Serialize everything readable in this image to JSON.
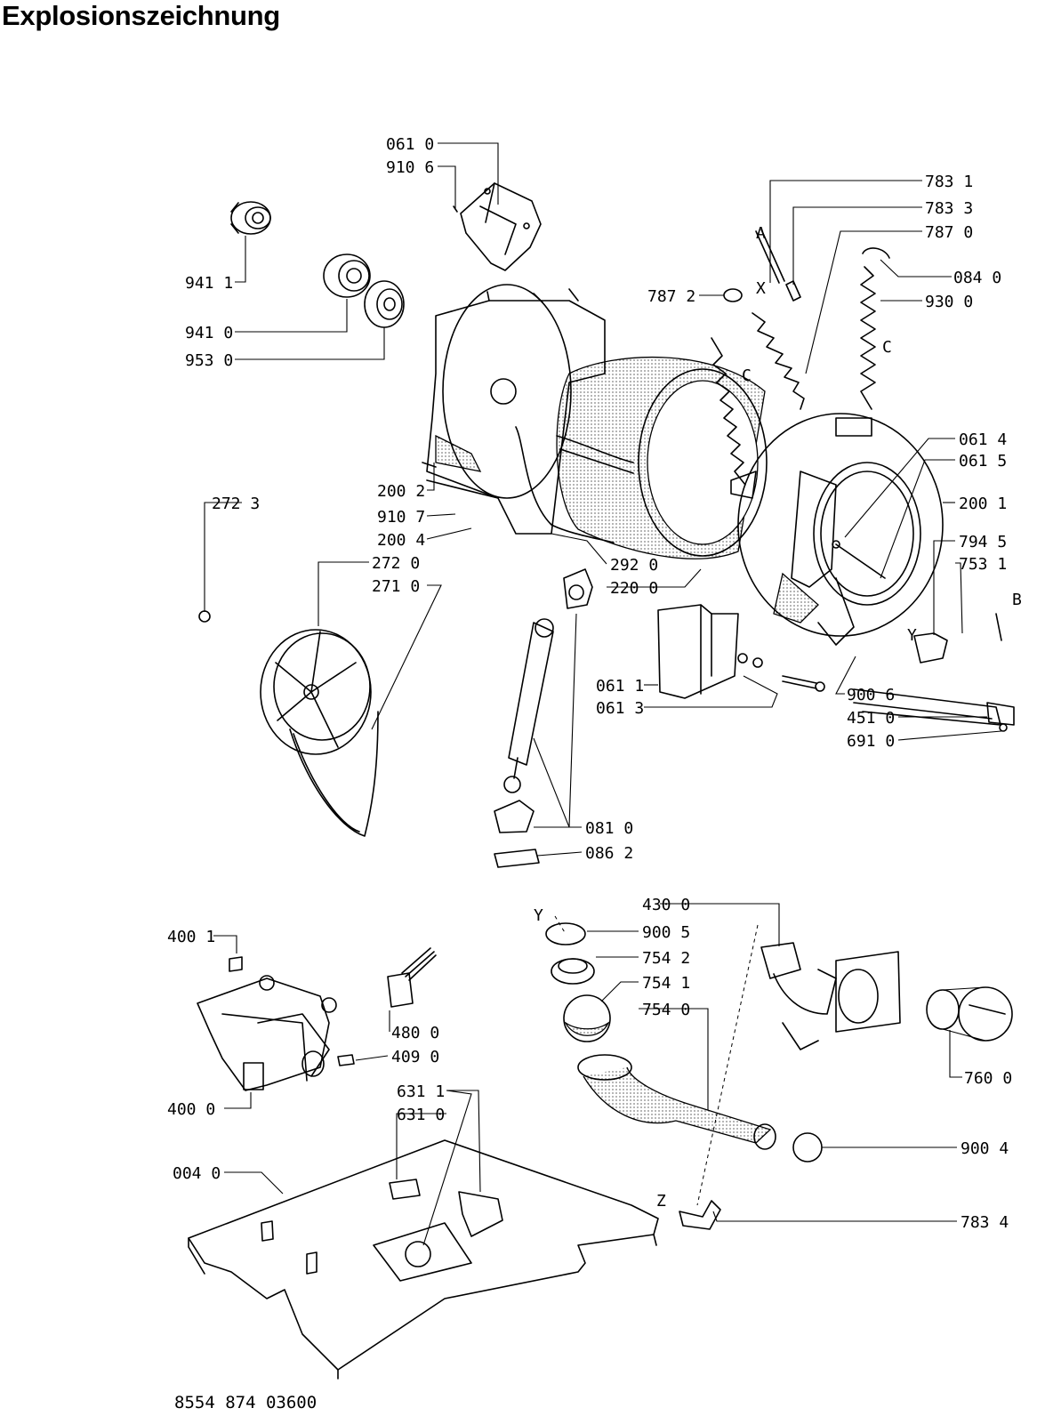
{
  "title": "Explosionszeichnung",
  "document_number": "8554 874 03600",
  "part_labels": {
    "p0610a": "061 0",
    "p9106": "910 6",
    "p9411": "941 1",
    "p9410": "941 0",
    "p9530": "953 0",
    "p7831": "783 1",
    "p7833": "783 3",
    "p7870": "787 0",
    "p0840": "084 0",
    "p9300": "930 0",
    "p7872": "787 2",
    "p0614": "061 4",
    "p0615": "061 5",
    "p2001": "200 1",
    "p7945": "794 5",
    "p7531": "753 1",
    "p2002": "200 2",
    "p9107": "910 7",
    "p2004": "200 4",
    "p2723": "272 3",
    "p2720": "272 0",
    "p2710": "271 0",
    "p2920": "292 0",
    "p2200": "220 0",
    "p0611": "061 1",
    "p0613": "061 3",
    "p9006": "900 6",
    "p4510": "451 0",
    "p6910": "691 0",
    "p0810": "081 0",
    "p0862": "086 2",
    "p4300": "430 0",
    "p9005": "900 5",
    "p7542": "754 2",
    "p7541": "754 1",
    "p7540": "754 0",
    "p4001": "400 1",
    "p4800": "480 0",
    "p4090": "409 0",
    "p4000": "400 0",
    "p6311": "631 1",
    "p6310": "631 0",
    "p0040": "004 0",
    "p7600": "760 0",
    "p9004": "900 4",
    "p7834": "783 4"
  },
  "reference_letters": {
    "a": "A",
    "x": "X",
    "c1": "C",
    "c2": "C",
    "b": "B",
    "y1": "Y",
    "y2": "Y",
    "z": "Z"
  }
}
